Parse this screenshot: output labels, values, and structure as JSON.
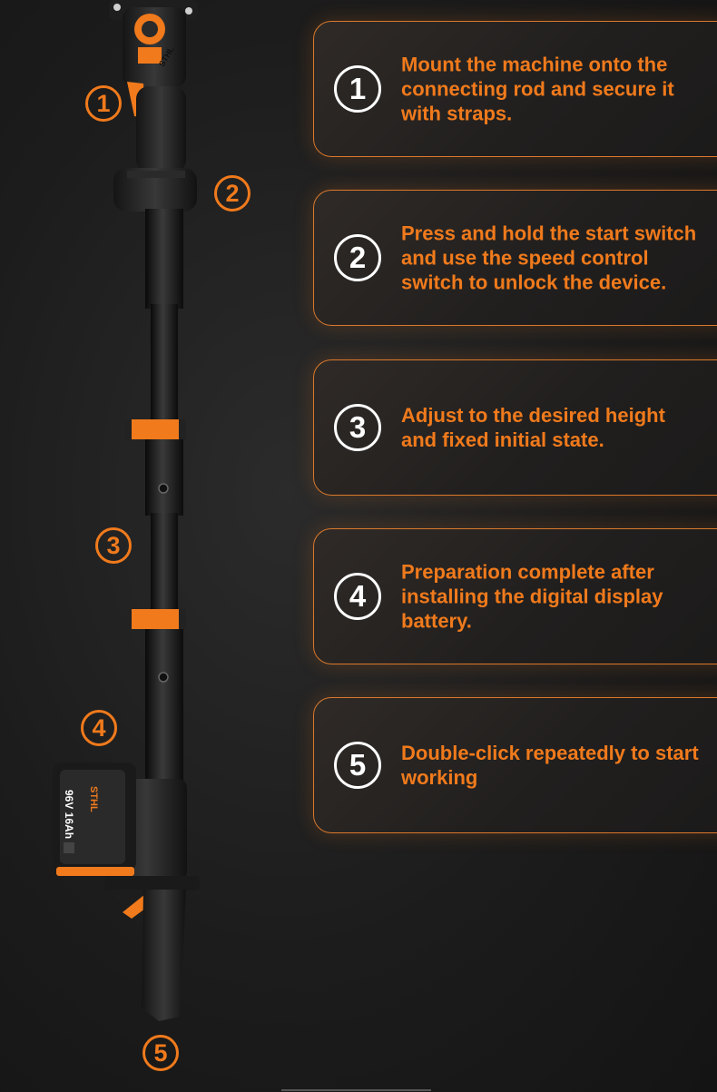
{
  "colors": {
    "accent": "#f07a1c",
    "card_border": "#d9782c",
    "background": "#1c1c1c"
  },
  "tool": {
    "brand_label": "STHL",
    "battery_label": "96V 16Ah",
    "markers": [
      "1",
      "2",
      "3",
      "4",
      "5"
    ]
  },
  "steps": [
    {
      "number": "1",
      "text": "Mount the machine onto the connecting rod and secure it with straps."
    },
    {
      "number": "2",
      "text": "Press and hold the start switch and use the speed control switch to unlock the device."
    },
    {
      "number": "3",
      "text": "Adjust to the desired height and fixed initial state."
    },
    {
      "number": "4",
      "text": "Preparation complete after installing the digital display battery."
    },
    {
      "number": "5",
      "text": "Double-click repeatedly to start working"
    }
  ]
}
